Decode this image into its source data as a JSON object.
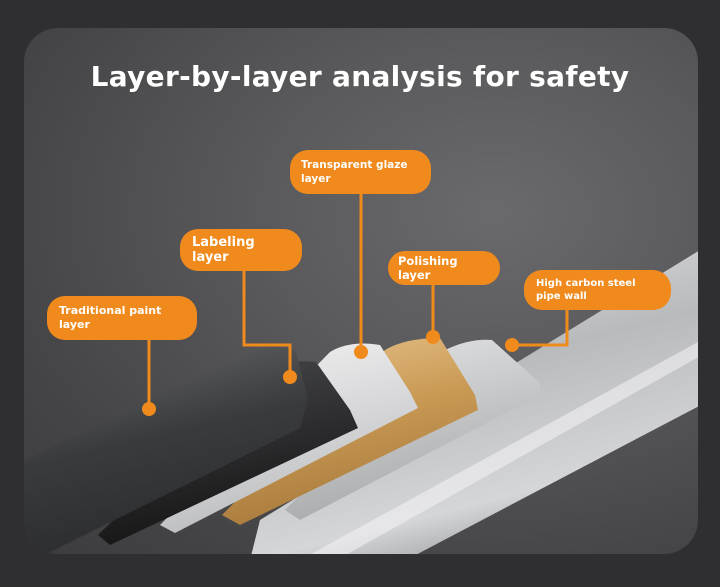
{
  "title": "Layer-by-layer analysis for safety",
  "labels": {
    "traditional_paint": "Traditional paint layer",
    "labeling": "Labeling layer",
    "transparent_glaze": "Transparent glaze layer",
    "polishing": "Polishing layer",
    "pipe_wall": "High carbon steel pipe wall"
  },
  "colors": {
    "accent": "#f08a1d",
    "background": "#2f2f31",
    "card": "#555557"
  }
}
